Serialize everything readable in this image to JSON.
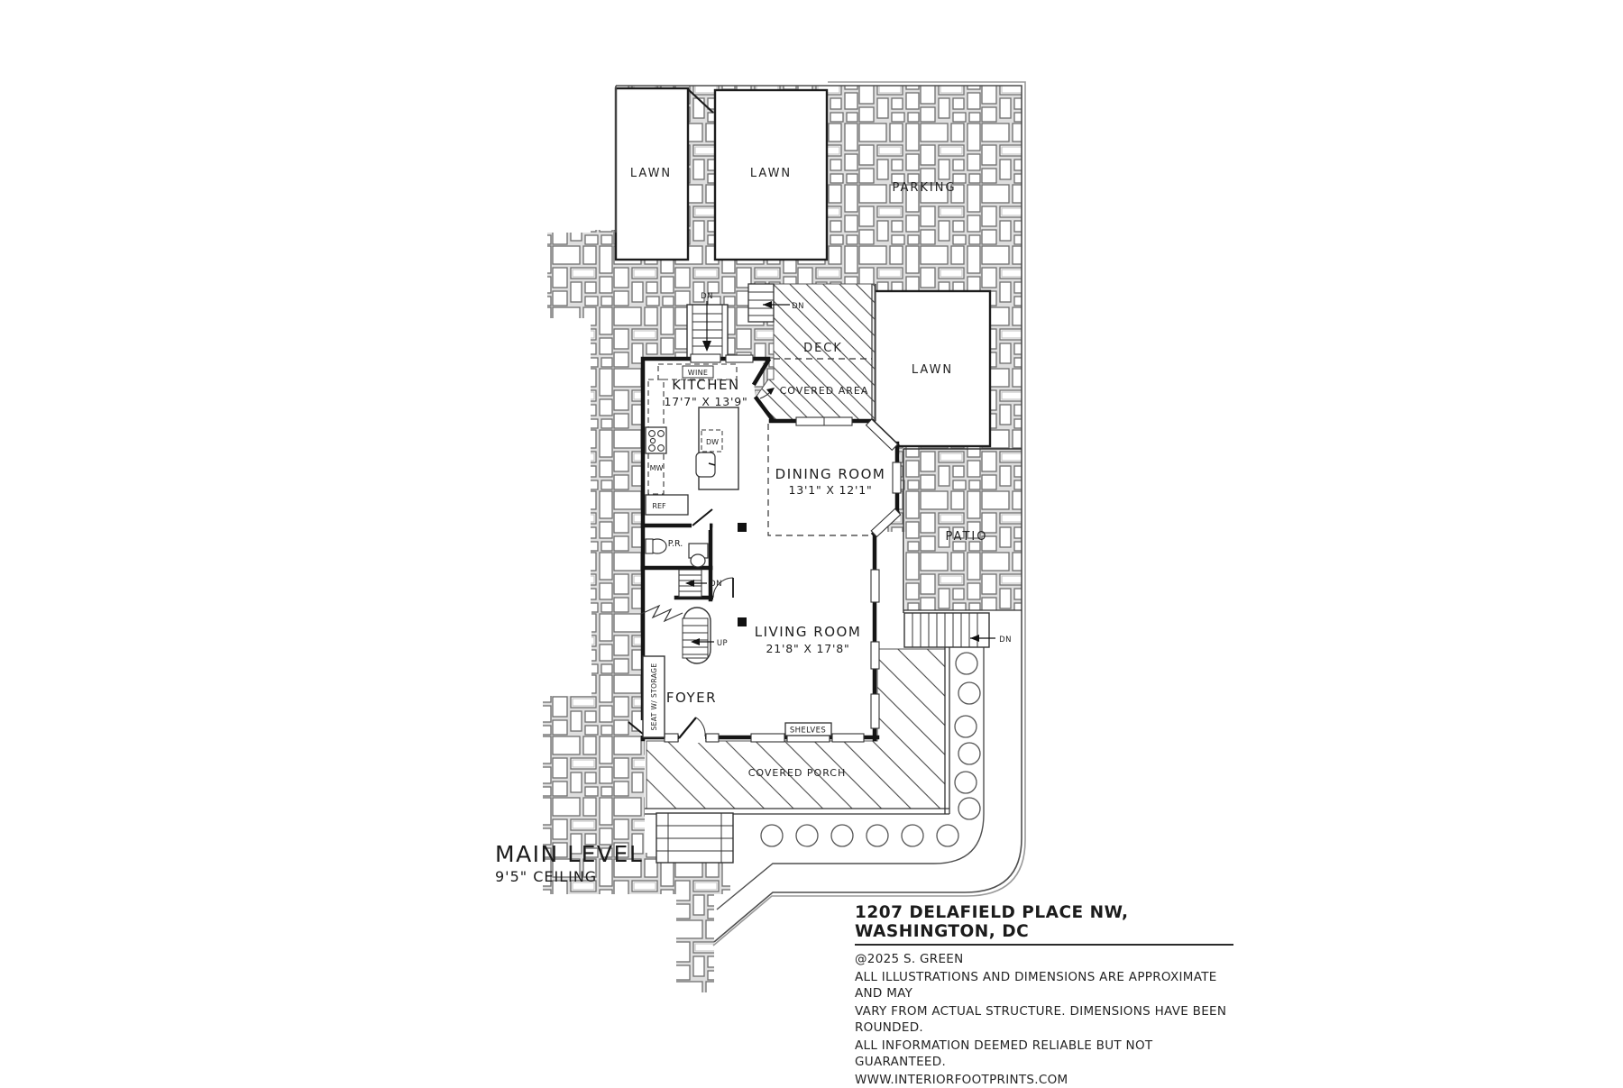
{
  "plan_title": {
    "main_level": "MAIN LEVEL",
    "ceiling": "9'5\" CEILING"
  },
  "rooms": {
    "kitchen": {
      "name": "KITCHEN",
      "dims": "17'7\" X 13'9\""
    },
    "dining": {
      "name": "DINING ROOM",
      "dims": "13'1\" X 12'1\""
    },
    "living": {
      "name": "LIVING ROOM",
      "dims": "21'8\" X 17'8\""
    },
    "foyer": "FOYER",
    "powder_room": "P.R."
  },
  "outdoor": {
    "lawn": "LAWN",
    "parking": "PARKING",
    "deck": "DECK",
    "covered_area": "COVERED AREA",
    "patio": "PATIO",
    "covered_porch": "COVERED PORCH"
  },
  "fixtures": {
    "wine": "WINE",
    "dishwasher": "DW",
    "microwave": "MW",
    "refrigerator": "REF",
    "shelves": "SHELVES",
    "seat": "SEAT W/ STORAGE"
  },
  "nav": {
    "down": "DN",
    "up": "UP"
  },
  "footer": {
    "address": "1207 DELAFIELD PLACE NW, WASHINGTON, DC",
    "copyright": "@2025 S. GREEN",
    "disclaimer1": "ALL ILLUSTRATIONS AND DIMENSIONS ARE APPROXIMATE AND MAY",
    "disclaimer2": "VARY FROM ACTUAL STRUCTURE. DIMENSIONS HAVE BEEN ROUNDED.",
    "disclaimer3": "ALL INFORMATION DEEMED RELIABLE BUT NOT GUARANTEED.",
    "website": "WWW.INTERIORFOOTPRINTS.COM"
  },
  "colors": {
    "wall": "#151515",
    "line": "#4f4f4f",
    "stone_edge": "#6e6e6e",
    "mortar": "#dedede",
    "hatch": "#4a4a4a"
  }
}
